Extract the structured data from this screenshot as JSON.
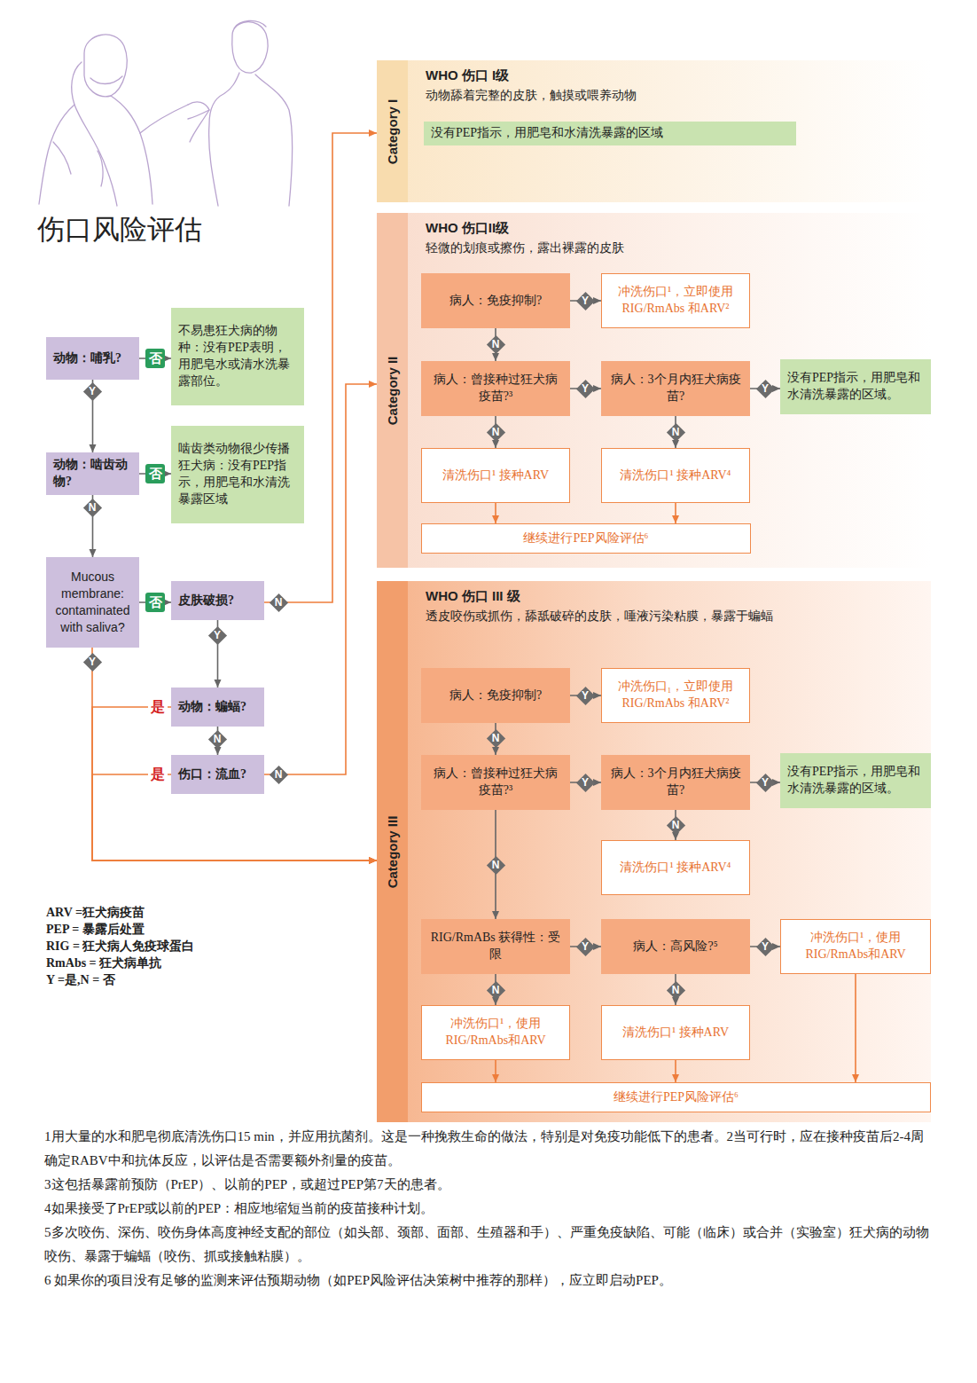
{
  "diagram": {
    "title": "伤口风险评估",
    "nodes": [
      {
        "text": [
          "动物：哺乳?"
        ]
      },
      {
        "text": [
          "不易患狂犬病的物种：没有PEP表明，用肥皂水或清水洗暴露部位。"
        ]
      },
      {
        "text": [
          "动物：啮齿动物?"
        ]
      },
      {
        "text": [
          "啮齿类动物很少传播狂犬病：没有PEP指示，用肥皂和水清洗暴露区域"
        ]
      },
      {
        "text": [
          "Mucous membrane: contaminated with saliva?"
        ]
      },
      {
        "text": [
          "皮肤破损?"
        ]
      },
      {
        "text": [
          "动物：蝙蝠?"
        ]
      },
      {
        "text": [
          "伤口：流血?"
        ]
      },
      {
        "text": [
          "Category I",
          "WHO 伤口 I级",
          "动物舔着完整的皮肤，触摸或喂养动物"
        ]
      },
      {
        "text": [
          "没有PEP指示，用肥皂和水清洗暴露的区域"
        ],
        "in": 8
      },
      {
        "text": [
          "Category II",
          "WHO 伤口II级",
          "轻微的划痕或擦伤，露出裸露的皮肤"
        ]
      },
      {
        "text": [
          "病人：免疫抑制?"
        ],
        "in": 10
      },
      {
        "text": [
          "冲洗伤口¹，立即使用RIG/RmAbs 和ARV²"
        ],
        "in": 10
      },
      {
        "text": [
          "病人：曾接种过狂犬病疫苗?³"
        ],
        "in": 10
      },
      {
        "text": [
          "病人：3个月内狂犬病疫苗?"
        ],
        "in": 10
      },
      {
        "text": [
          "没有PEP指示，用肥皂和水清洗暴露的区域。"
        ],
        "in": 10
      },
      {
        "text": [
          "清洗伤口¹ 接种ARV"
        ],
        "in": 10
      },
      {
        "text": [
          "清洗伤口¹ 接种ARV⁴"
        ],
        "in": 10
      },
      {
        "text": [
          "继续进行PEP风险评估⁶"
        ],
        "in": 10
      },
      {
        "text": [
          "Category III",
          "WHO 伤口 III 级",
          "透皮咬伤或抓伤，舔舐破碎的皮肤，唾液污染粘膜，暴露于蝙蝠"
        ]
      },
      {
        "text": [
          "病人：免疫抑制?"
        ],
        "in": 19
      },
      {
        "text": [
          "冲洗伤口₁，立即使用RIG/RmAbs 和ARV²"
        ],
        "in": 19
      },
      {
        "text": [
          "病人：曾接种过狂犬病疫苗?³"
        ],
        "in": 19
      },
      {
        "text": [
          "病人：3个月内狂犬病疫苗?"
        ],
        "in": 19
      },
      {
        "text": [
          "没有PEP指示，用肥皂和水清洗暴露的区域。"
        ],
        "in": 19
      },
      {
        "text": [
          "清洗伤口¹ 接种ARV⁴"
        ],
        "in": 19
      },
      {
        "text": [
          "RIG/RmABs 获得性：受限"
        ],
        "in": 19
      },
      {
        "text": [
          "病人：高风险?⁵"
        ],
        "in": 19
      },
      {
        "text": [
          "冲洗伤口¹，使用RIG/RmAbs和ARV"
        ],
        "in": 19
      },
      {
        "text": [
          "冲洗伤口¹，使用RIG/RmAbs和ARV"
        ],
        "in": 19
      },
      {
        "text": [
          "清洗伤口¹ 接种ARV"
        ],
        "in": 19
      },
      {
        "text": [
          "继续进行PEP风险评估⁶"
        ],
        "in": 19
      }
    ],
    "edges": [
      {
        "from": 0,
        "to": 1,
        "label": "否",
        "arrow": "to"
      },
      {
        "from": 0,
        "to": 2,
        "label": "Y",
        "arrow": "to"
      },
      {
        "from": 2,
        "to": 3,
        "label": "否",
        "arrow": "to"
      },
      {
        "from": 2,
        "to": 4,
        "label": "N",
        "arrow": "to"
      },
      {
        "from": 4,
        "to": 5,
        "label": "否",
        "arrow": "to"
      },
      {
        "from": 4,
        "to": 19,
        "label": "Y",
        "arrow": "to"
      },
      {
        "from": 5,
        "to": 8,
        "label": "N",
        "arrow": "to"
      },
      {
        "from": 5,
        "to": 6,
        "label": "Y",
        "arrow": "to"
      },
      {
        "from": 6,
        "to": 19,
        "label": "是",
        "arrow": "to"
      },
      {
        "from": 6,
        "to": 7,
        "label": "N",
        "arrow": "to"
      },
      {
        "from": 7,
        "to": 19,
        "label": "是",
        "arrow": "to"
      },
      {
        "from": 7,
        "to": 10,
        "label": "N",
        "arrow": "to"
      },
      {
        "from": 11,
        "to": 12,
        "label": "Y",
        "arrow": "to"
      },
      {
        "from": 11,
        "to": 13,
        "label": "N",
        "arrow": "to"
      },
      {
        "from": 13,
        "to": 14,
        "label": "Y",
        "arrow": "to"
      },
      {
        "from": 14,
        "to": 15,
        "label": "Y",
        "arrow": "to"
      },
      {
        "from": 13,
        "to": 16,
        "label": "N",
        "arrow": "to"
      },
      {
        "from": 14,
        "to": 17,
        "label": "N",
        "arrow": "to"
      },
      {
        "from": 16,
        "to": 18,
        "arrow": "to"
      },
      {
        "from": 17,
        "to": 18,
        "arrow": "to"
      },
      {
        "from": 20,
        "to": 21,
        "label": "Y",
        "arrow": "to"
      },
      {
        "from": 20,
        "to": 22,
        "label": "N",
        "arrow": "to"
      },
      {
        "from": 22,
        "to": 23,
        "label": "Y",
        "arrow": "to"
      },
      {
        "from": 23,
        "to": 24,
        "label": "Y",
        "arrow": "to"
      },
      {
        "from": 23,
        "to": 25,
        "label": "N",
        "arrow": "to"
      },
      {
        "from": 22,
        "to": 26,
        "label": "N",
        "arrow": "to"
      },
      {
        "from": 26,
        "to": 27,
        "label": "Y",
        "arrow": "to"
      },
      {
        "from": 27,
        "to": 28,
        "label": "Y",
        "arrow": "to"
      },
      {
        "from": 26,
        "to": 29,
        "label": "N",
        "arrow": "to"
      },
      {
        "from": 27,
        "to": 30,
        "label": "N",
        "arrow": "to"
      },
      {
        "from": 29,
        "to": 31,
        "arrow": "to"
      },
      {
        "from": 30,
        "to": 31,
        "arrow": "to"
      },
      {
        "from": 28,
        "to": 31,
        "arrow": "to"
      }
    ],
    "labels": [
      "ARV =狂犬病疫苗",
      "PEP = 暴露后处置",
      "RIG = 狂犬病人免疫球蛋白",
      "RmAbs = 狂犬病单抗",
      "Y =是,N = 否",
      "1用大量的水和肥皂彻底清洗伤口15 min，并应用抗菌剂。这是一种挽救生命的做法，特别是对免疫功能低下的患者。",
      "2当可行时，应在接种疫苗后2-4周确定RABV中和抗体反应，以评估是否需要额外剂量的疫苗。",
      "3这包括暴露前预防（PrEP）、以前的PEP，或超过PEP第7天的患者。",
      "4如果接受了PrEP或以前的PEP：相应地缩短当前的疫苗接种计划。",
      "5多次咬伤、深伤、咬伤身体高度神经支配的部位（如头部、颈部、面部、生殖器和手）、严重免疫缺陷、可能（临床）或合并（实验室）狂犬病的动物咬伤、暴露于蝙蝠（咬伤、抓或接触粘膜）。",
      "6 如果你的项目没有足够的监测来评估预期动物（如PEP风险评估决策树中推荐的那样），应立即启动PEP。"
    ]
  }
}
